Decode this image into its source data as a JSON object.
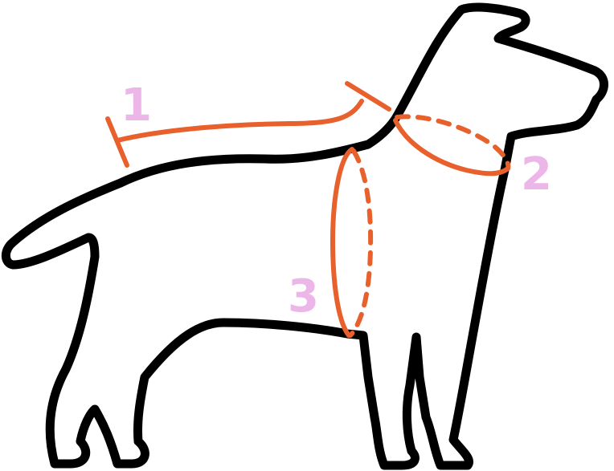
{
  "colors": {
    "outline": "#000000",
    "measure": "#e8602c",
    "label": "#ecb6e8"
  },
  "steps": [
    {
      "number": "1",
      "measure": "back-length"
    },
    {
      "number": "2",
      "measure": "neck-girth"
    },
    {
      "number": "3",
      "measure": "chest-girth"
    }
  ]
}
